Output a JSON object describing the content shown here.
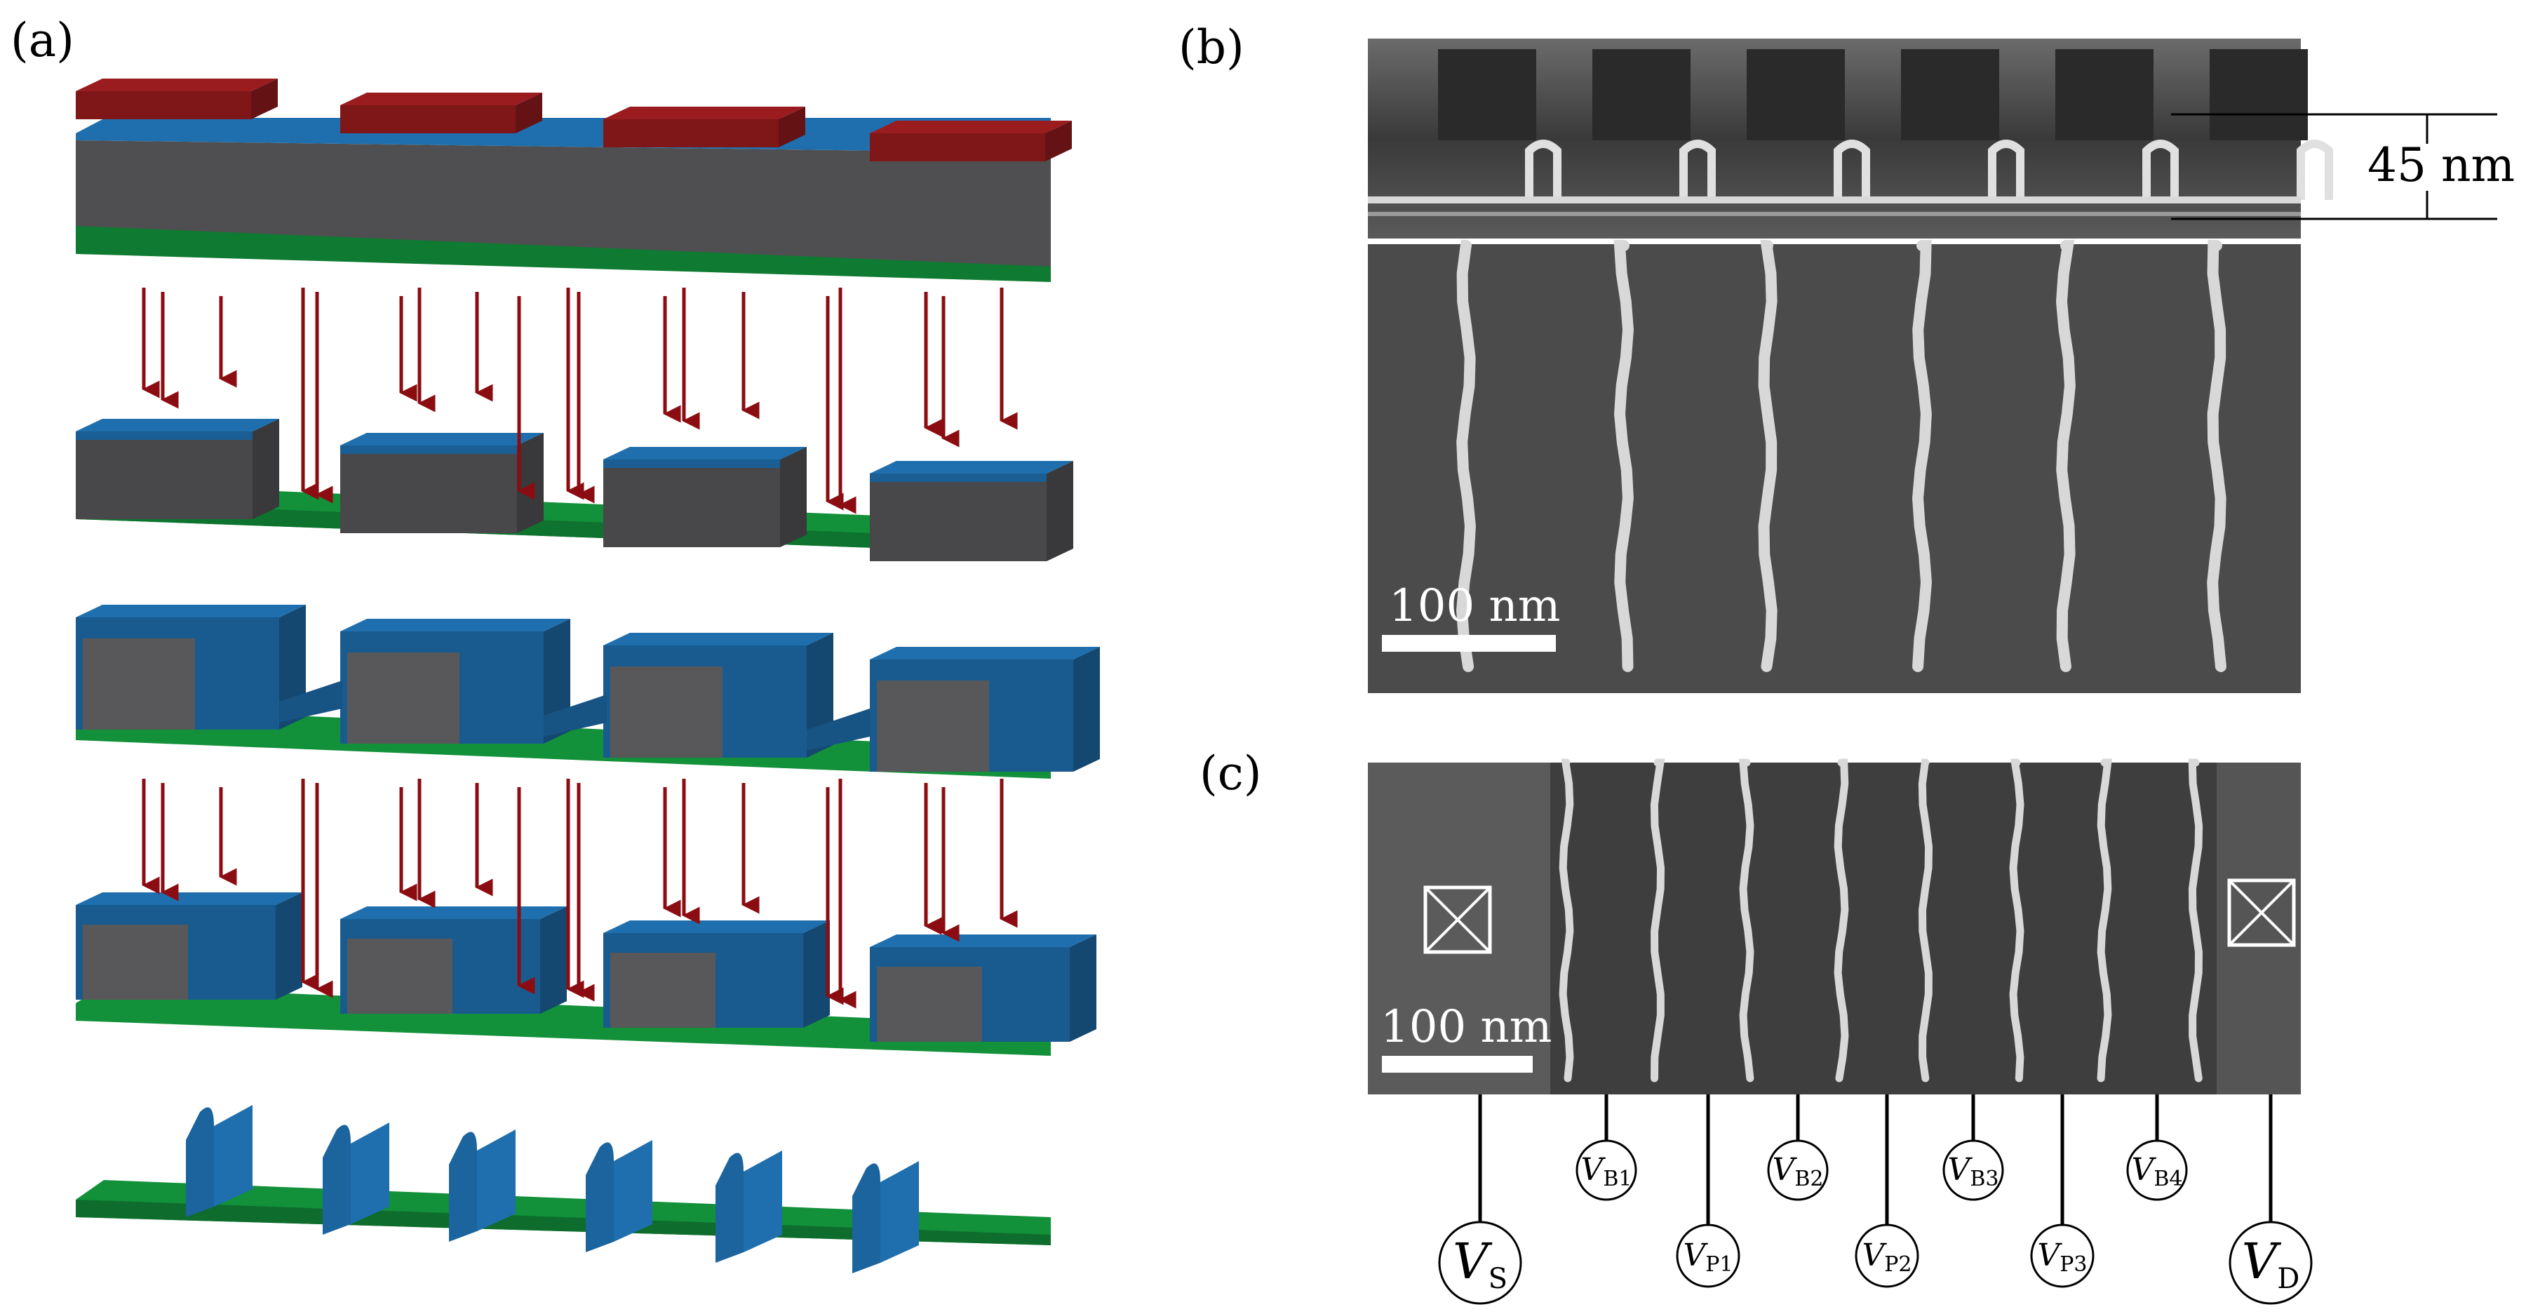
{
  "panels": {
    "a": {
      "label": "(a)"
    },
    "b": {
      "label": "(b)",
      "height_label": "45 nm",
      "scale_label": "100 nm"
    },
    "c": {
      "label": "(c)",
      "scale_label": "100 nm"
    }
  },
  "gates": [
    {
      "id": "S",
      "main": "V",
      "sub": "S"
    },
    {
      "id": "B1",
      "main": "V",
      "sub": "B1"
    },
    {
      "id": "P1",
      "main": "V",
      "sub": "P1"
    },
    {
      "id": "B2",
      "main": "V",
      "sub": "B2"
    },
    {
      "id": "P2",
      "main": "V",
      "sub": "P2"
    },
    {
      "id": "B3",
      "main": "V",
      "sub": "B3"
    },
    {
      "id": "P3",
      "main": "V",
      "sub": "P3"
    },
    {
      "id": "B4",
      "main": "V",
      "sub": "B4"
    },
    {
      "id": "D",
      "main": "V",
      "sub": "D"
    }
  ],
  "colors": {
    "mask_red": "#9b1c1f",
    "film_blue": "#1f6fae",
    "core_gray": "#58585a",
    "substrate_green": "#12903a",
    "arrow": "#8b0d12",
    "sem_background": "#4a4a4a",
    "sem_line": "#d8d8d8"
  }
}
